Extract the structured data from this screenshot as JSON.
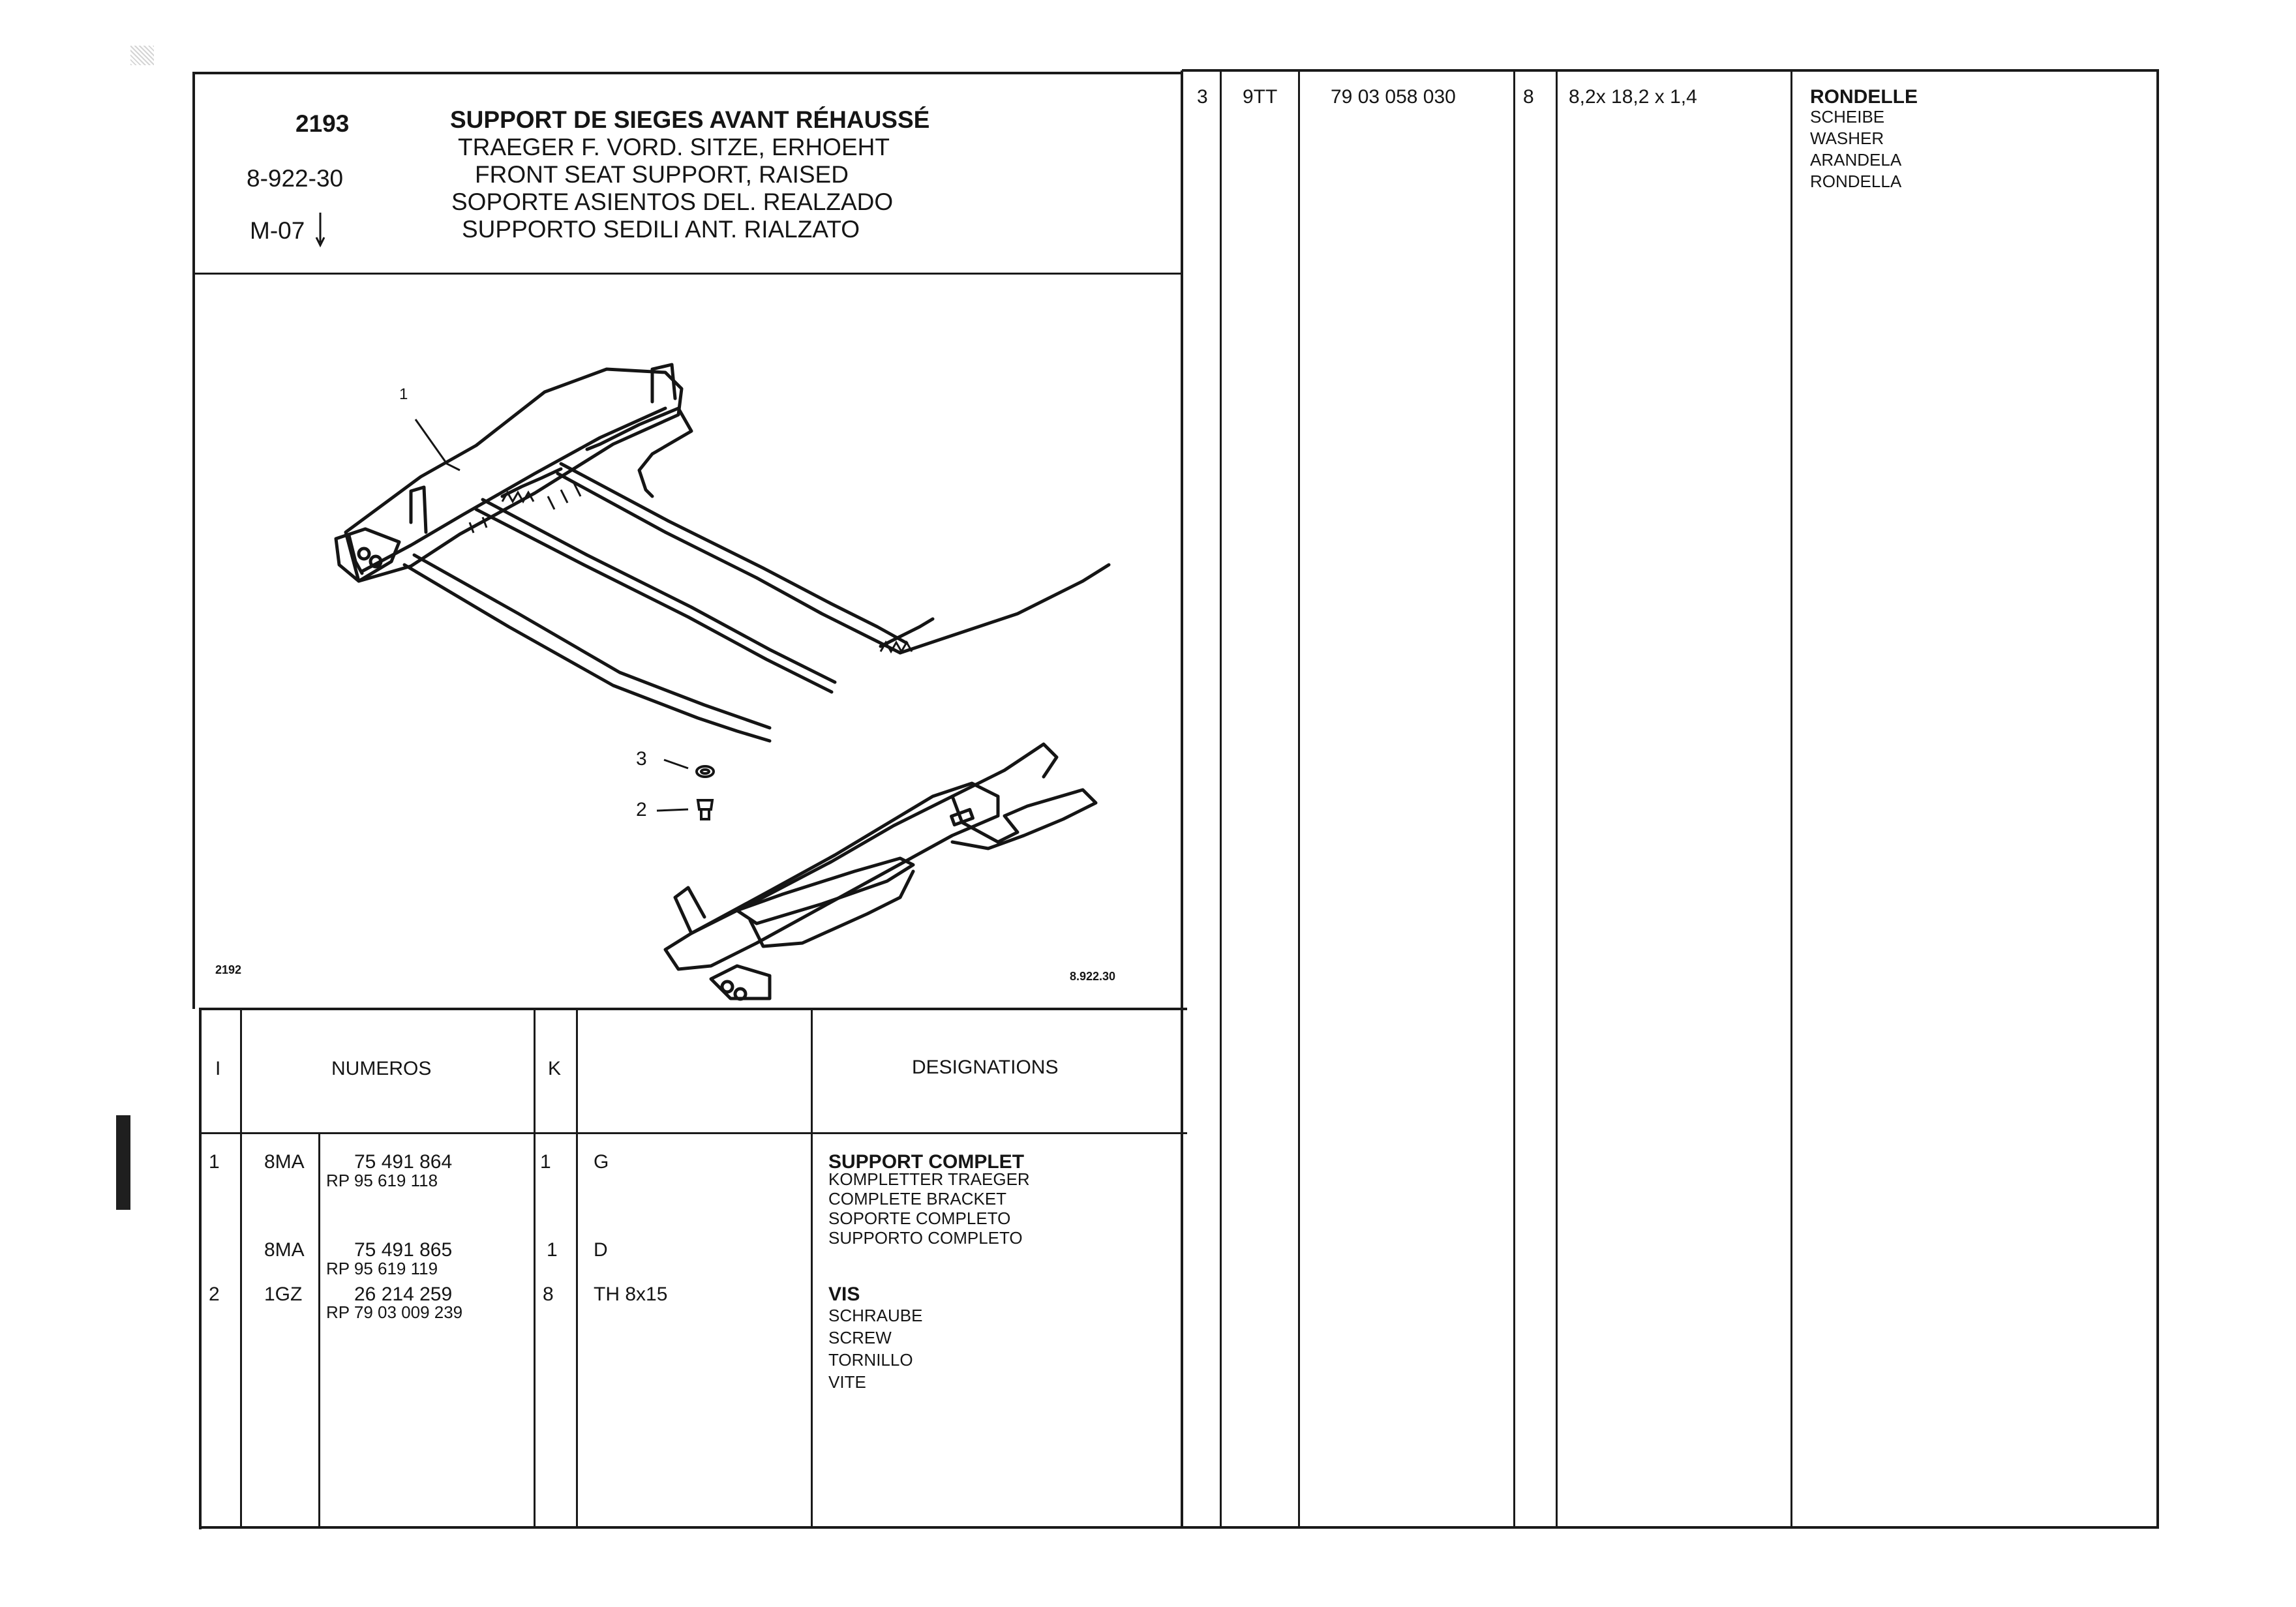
{
  "header": {
    "ref_number": "2193",
    "catalog_code": "8-922-30",
    "model_code": "M-07",
    "title_lines": [
      "SUPPORT DE SIEGES AVANT RÉHAUSSÉ",
      "TRAEGER F. VORD. SITZE, ERHOEHT",
      "FRONT SEAT SUPPORT, RAISED",
      "SOPORTE   ASIENTOS DEL. REALZADO",
      "SUPPORTO SEDILI ANT. RIALZATO"
    ]
  },
  "diagram": {
    "callouts": [
      "1",
      "3",
      "2"
    ],
    "footer_left": "2192",
    "footer_right": "8.922.30"
  },
  "table": {
    "headers": {
      "item": "I",
      "numbers": "NUMEROS",
      "qty": "K",
      "designations": "DESIGNATIONS"
    },
    "rows": [
      {
        "item": "1",
        "code": "8MA",
        "ref": "75  491  864",
        "rp": "RP 95  619  118",
        "qty": "1",
        "variant": "G",
        "designations": [
          "SUPPORT COMPLET",
          "KOMPLETTER TRAEGER",
          "COMPLETE BRACKET",
          "SOPORTE COMPLETO",
          "SUPPORTO COMPLETO"
        ]
      },
      {
        "item": "",
        "code": "8MA",
        "ref": "75  491  865",
        "rp": "RP 95  619  119",
        "qty": "1",
        "variant": "D",
        "designations": []
      },
      {
        "item": "2",
        "code": "1GZ",
        "ref": "26  214  259",
        "rp": "RP 79  03  009  239",
        "qty": "8",
        "variant": "TH 8x15",
        "designations": [
          "VIS",
          "SCHRAUBE",
          "SCREW",
          "TORNILLO",
          "VITE"
        ]
      }
    ],
    "right_rows": [
      {
        "item": "3",
        "code": "9TT",
        "ref": "79  03  058  030",
        "qty": "8",
        "variant": "8,2x 18,2 x 1,4",
        "designations": [
          "RONDELLE",
          "SCHEIBE",
          "WASHER",
          "ARANDELA",
          "RONDELLA"
        ]
      }
    ]
  },
  "colors": {
    "ink": "#151515",
    "paper": "#ffffff"
  }
}
